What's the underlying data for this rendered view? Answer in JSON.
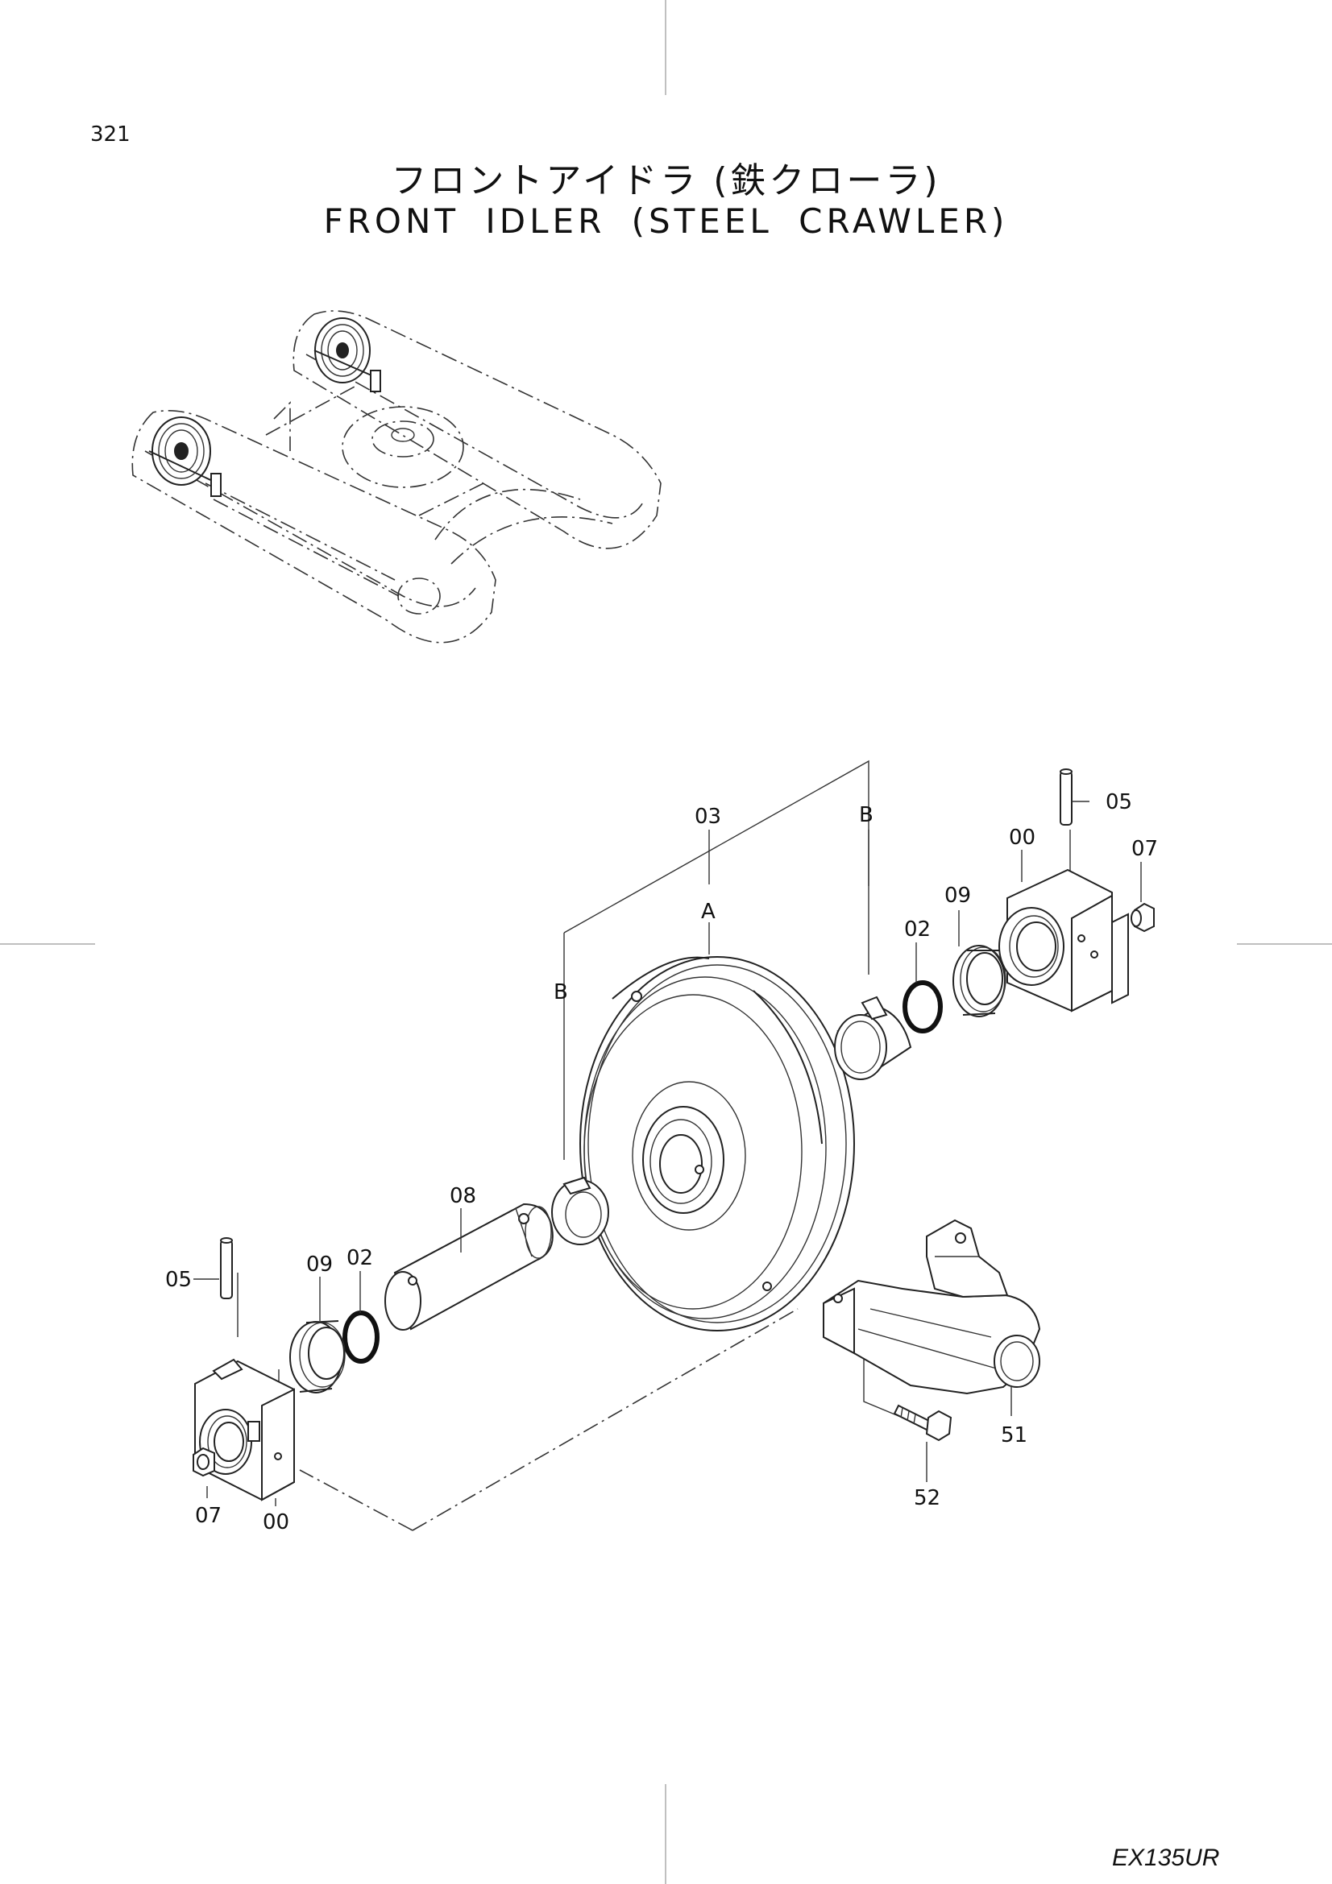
{
  "page_number": "321",
  "title_jp": "フロントアイドラ (鉄クローラ)",
  "title_en": "FRONT IDLER (STEEL CRAWLER)",
  "model": "EX135UR",
  "callouts": {
    "idler_03": "03",
    "ref_a": "A",
    "ref_b_right": "B",
    "ref_b_left": "B",
    "pin_05_right": "05",
    "bearing_00_right": "00",
    "plug_07_right": "07",
    "seal_09_right": "09",
    "oring_02_right": "02",
    "shaft_08": "08",
    "pin_05_left": "05",
    "seal_09_left": "09",
    "oring_02_left": "02",
    "plug_07_left": "07",
    "bearing_00_left": "00",
    "yoke_51": "51",
    "bolt_52": "52"
  }
}
